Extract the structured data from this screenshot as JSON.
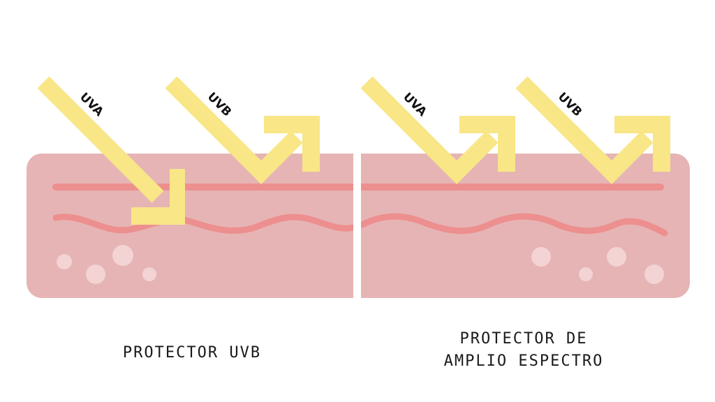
{
  "colors": {
    "skin": "#e6b4b4",
    "skin_line": "#ed8f8f",
    "bubble": "#f3d3d3",
    "ray": "#f8e687",
    "text": "#1a1a1a",
    "divider": "#ffffff"
  },
  "left_panel": {
    "rays": [
      {
        "label": "UVA",
        "behavior": "penetrates"
      },
      {
        "label": "UVB",
        "behavior": "reflected"
      }
    ],
    "caption": [
      "PROTECTOR UVB"
    ]
  },
  "right_panel": {
    "rays": [
      {
        "label": "UVA",
        "behavior": "reflected"
      },
      {
        "label": "UVB",
        "behavior": "reflected"
      }
    ],
    "caption": [
      "PROTECTOR DE",
      "AMPLIO ESPECTRO"
    ]
  }
}
